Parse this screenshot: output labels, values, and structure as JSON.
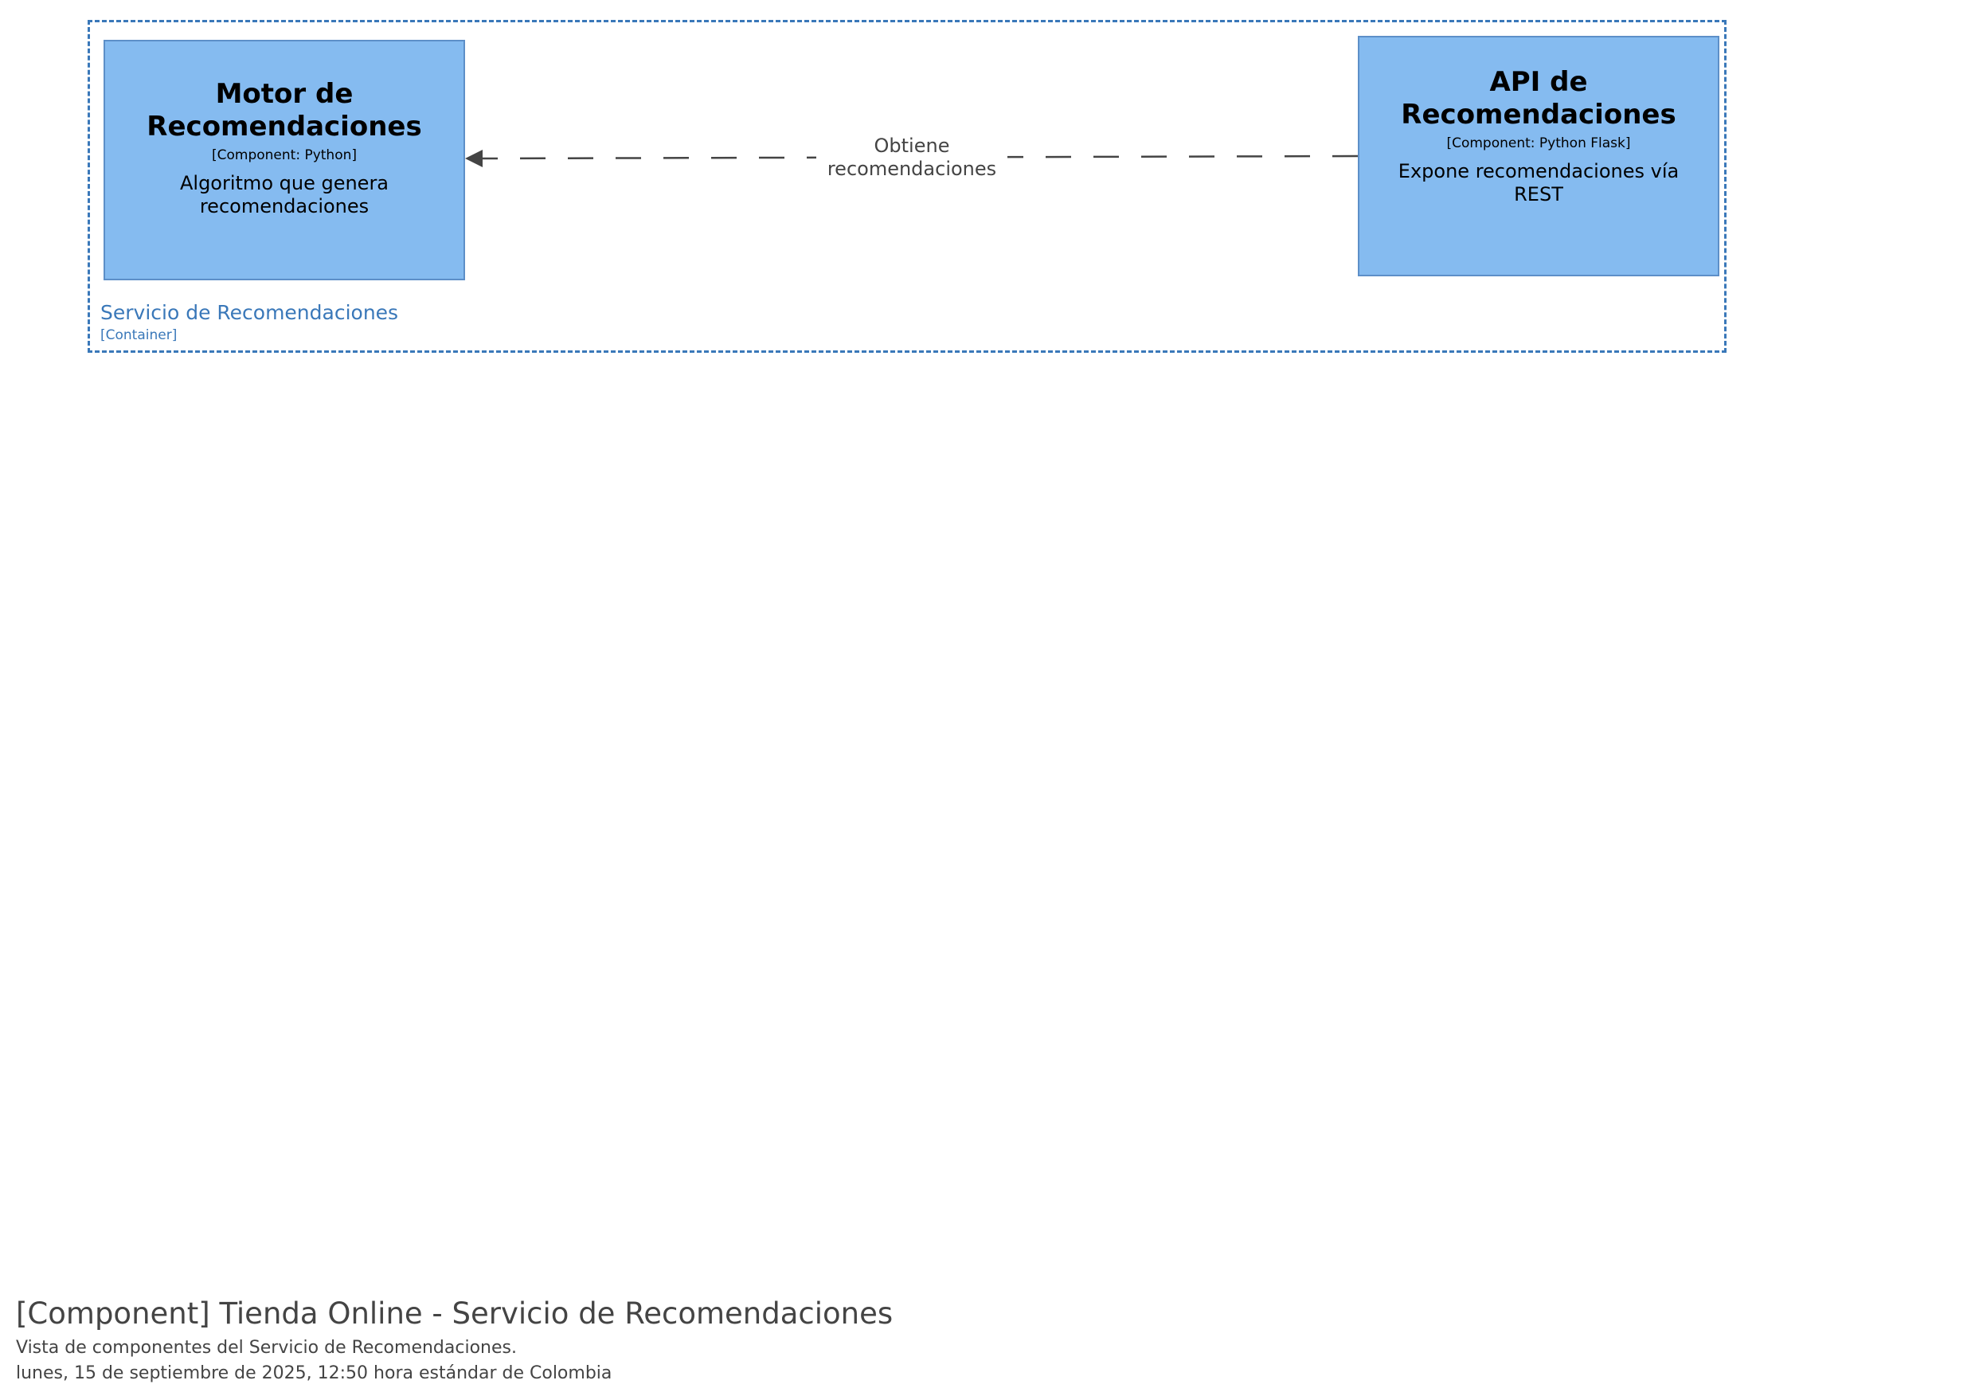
{
  "boundary": {
    "name": "Servicio de Recomendaciones",
    "type": "[Container]",
    "color": "#3a78b9"
  },
  "components": {
    "motor": {
      "name": "Motor de Recomendaciones",
      "technology": "[Component: Python]",
      "description": "Algoritmo que genera recomendaciones"
    },
    "api": {
      "name": "API de Recomendaciones",
      "technology": "[Component: Python Flask]",
      "description": "Expone recomendaciones vía REST"
    },
    "fill_color": "#85bbf0"
  },
  "relationship": {
    "label": "Obtiene recomendaciones",
    "from": "API de Recomendaciones",
    "to": "Motor de Recomendaciones",
    "style": "dashed"
  },
  "footer": {
    "title": "[Component] Tienda Online - Servicio de Recomendaciones",
    "description": "Vista de componentes del Servicio de Recomendaciones.",
    "date": "lunes, 15 de septiembre de 2025, 12:50 hora estándar de Colombia"
  }
}
